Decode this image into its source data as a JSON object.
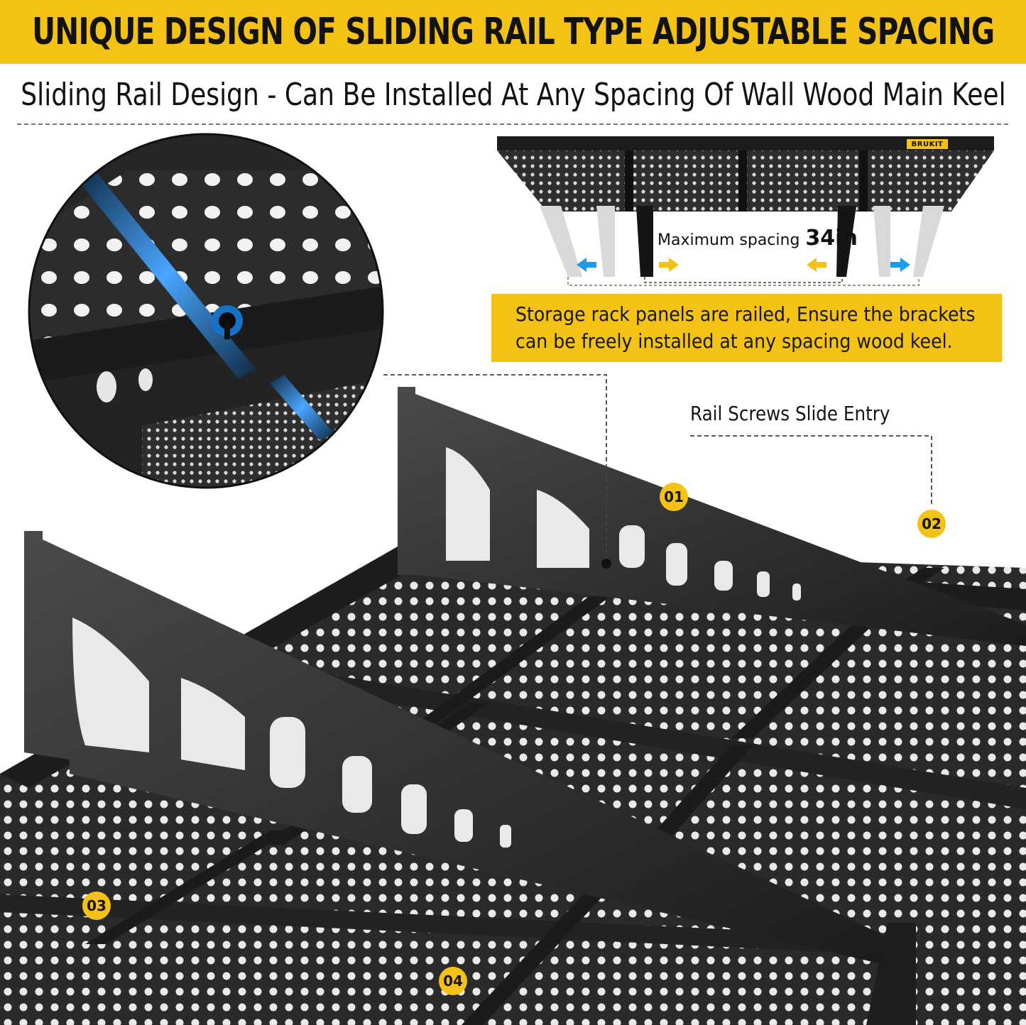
{
  "header": {
    "title": "UNIQUE DESIGN OF SLIDING RAIL TYPE ADJUSTABLE SPACING",
    "subtitle": "Sliding Rail Design - Can Be Installed At Any Spacing Of Wall Wood Main Keel"
  },
  "diagram": {
    "brand": "BRUKIT",
    "spacing_label": "Maximum spacing",
    "spacing_value": "34in"
  },
  "callout": {
    "line1": "Storage rack panels are railed, Ensure the brackets",
    "line2": "can be freely installed at any spacing wood keel."
  },
  "annotations": {
    "rail_label": "Rail Screws Slide Entry",
    "markers": [
      "01",
      "02",
      "03",
      "04"
    ]
  },
  "colors": {
    "accent": "#f4c214",
    "steel": "#2b2b2b",
    "arrow_blue": "#1e9be8"
  }
}
